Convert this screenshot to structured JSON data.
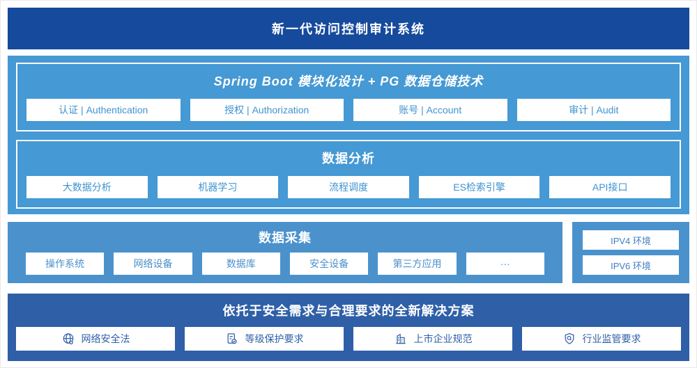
{
  "colors": {
    "banner_navy": "#164a9c",
    "sky_blue": "#4599d4",
    "mid_blue": "#4b92cd",
    "solution_navy": "#2f5fa7",
    "box_text_blue": "#3f93d0"
  },
  "banner": {
    "title": "新一代访问控制审计系统"
  },
  "platform": {
    "modules": {
      "title": "Spring Boot 模块化设计 + PG 数据仓储技术",
      "boxes": [
        "认证 | Authentication",
        "授权 | Authorization",
        "账号 | Account",
        "审计 | Audit"
      ]
    },
    "analysis": {
      "title": "数据分析",
      "boxes": [
        "大数据分析",
        "机器学习",
        "流程调度",
        "ES检索引擎",
        "API接口"
      ]
    }
  },
  "collection": {
    "title": "数据采集",
    "boxes": [
      "操作系统",
      "网络设备",
      "数据库",
      "安全设备",
      "第三方应用",
      "···"
    ]
  },
  "environment": {
    "boxes": [
      "IPV4 环境",
      "IPV6 环境"
    ]
  },
  "solution": {
    "title": "依托于安全需求与合理要求的全新解决方案",
    "items": [
      {
        "icon": "globe-icon",
        "label": "网络安全法"
      },
      {
        "icon": "document-check-icon",
        "label": "等级保护要求"
      },
      {
        "icon": "building-icon",
        "label": "上市企业规范"
      },
      {
        "icon": "shield-search-icon",
        "label": "行业监管要求"
      }
    ]
  }
}
